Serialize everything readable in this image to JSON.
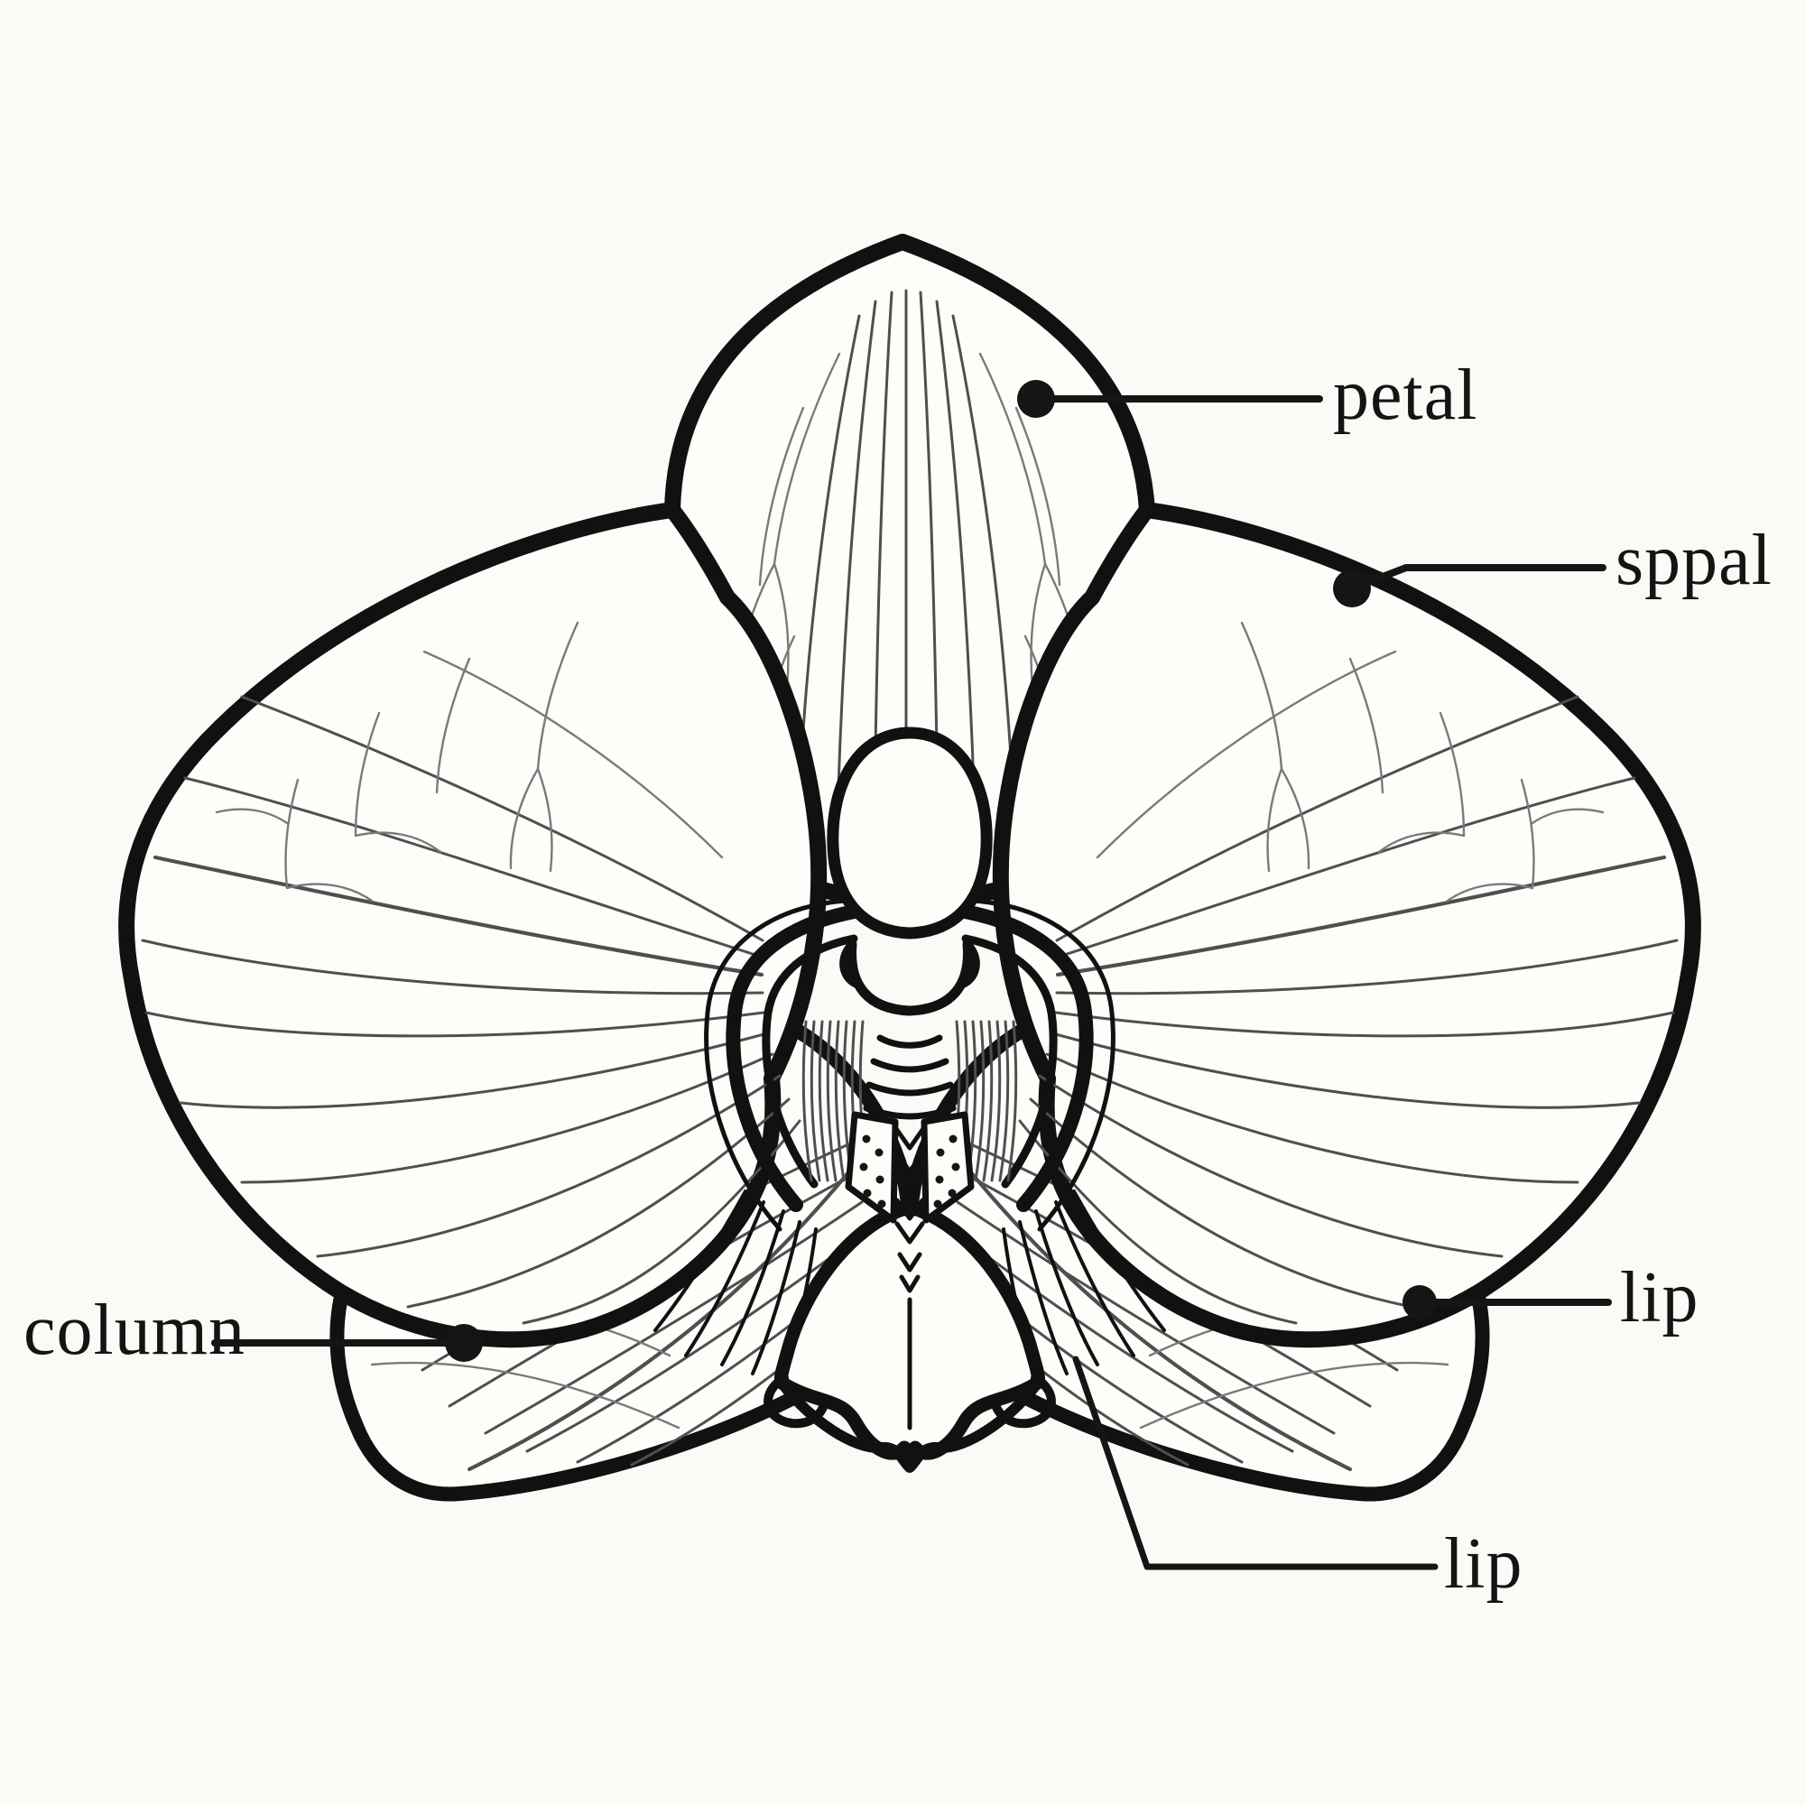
{
  "page": {
    "title": "Orchid flower labeled diagram"
  },
  "diagram": {
    "subject": "orchid-flower-line-drawing",
    "style": "black outline coloring-book illustration on off-white background",
    "labels": {
      "petal": "petal",
      "sepal": "sppal",
      "lip_right": "lip",
      "column": "column",
      "lip_bottom": "lip"
    }
  },
  "colors": {
    "background": "#fbfaf6",
    "ink": "#111111",
    "vein": "#4f4f4f",
    "vein_light": "#7a7a7a",
    "petal_fill": "#fefdfa",
    "text": "#141414"
  }
}
